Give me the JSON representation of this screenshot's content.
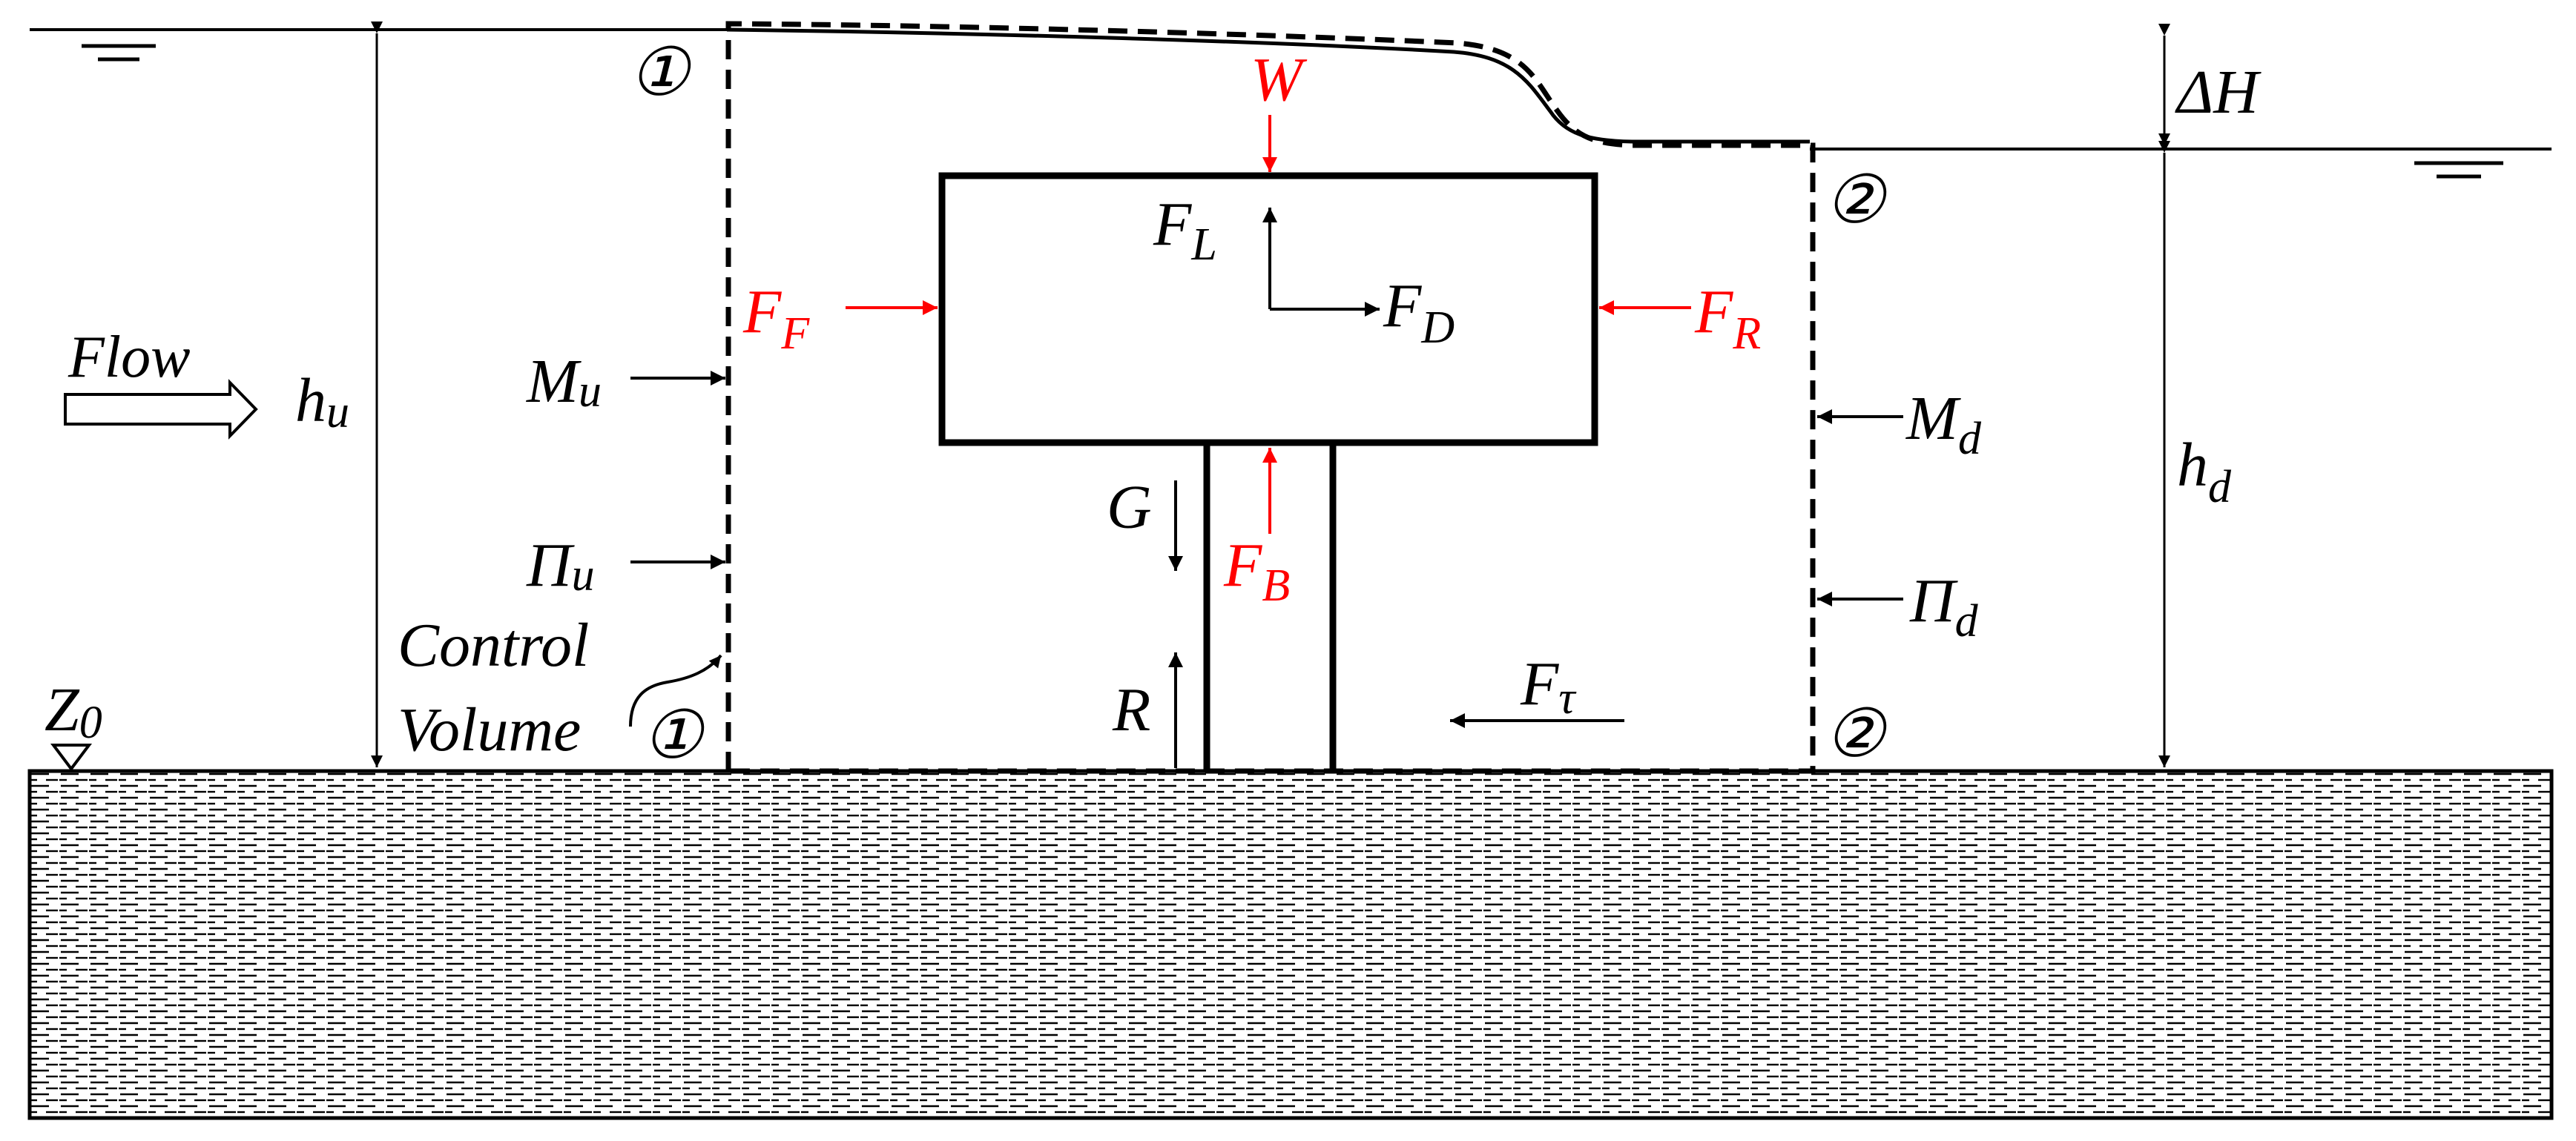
{
  "colors": {
    "ink": "#000000",
    "force_highlight": "#ff0000"
  },
  "icons": {
    "water_surface": "water-surface-symbol-icon",
    "datum": "datum-triangle-icon",
    "flow": "hollow-arrow-icon"
  },
  "labels": {
    "flow": "Flow",
    "control_volume_line1": "Control",
    "control_volume_line2": "Volume",
    "section_1": "①",
    "section_2": "②",
    "W": "W",
    "F": "F",
    "F_L_sub": "L",
    "F_D_sub": "D",
    "F_F_sub": "F",
    "F_R_sub": "R",
    "F_B_sub": "B",
    "F_tau_sub": "τ",
    "M": "M",
    "Pi": "Π",
    "sub_u": "u",
    "sub_d": "d",
    "h": "h",
    "G": "G",
    "R": "R",
    "delta_H": "ΔH",
    "Z": "Z",
    "Z_sub": "0"
  }
}
